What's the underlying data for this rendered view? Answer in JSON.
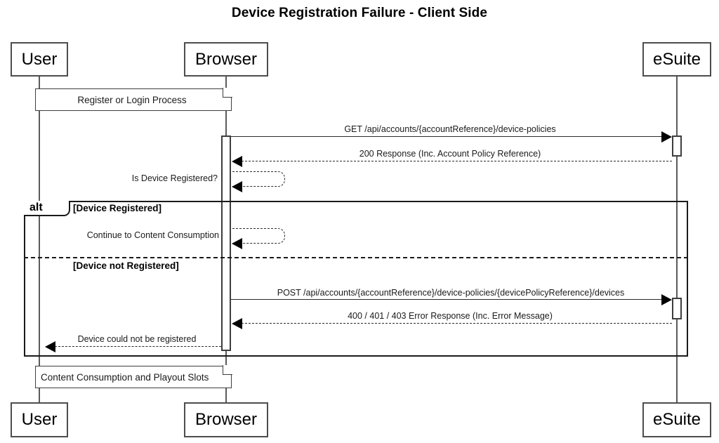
{
  "diagram": {
    "type": "sequence-diagram",
    "title": "Device Registration Failure - Client Side",
    "colors": {
      "background": "#ffffff",
      "line": "#2b2b2b",
      "box_border": "#4d4d4d",
      "frame_border": "#1a1a1a",
      "text": "#1a1a1a"
    }
  },
  "participants": [
    {
      "id": "user",
      "label": "User"
    },
    {
      "id": "browser",
      "label": "Browser"
    },
    {
      "id": "esuite",
      "label": "eSuite"
    }
  ],
  "participants_bottom": [
    {
      "id": "user",
      "label": "User"
    },
    {
      "id": "browser",
      "label": "Browser"
    },
    {
      "id": "esuite",
      "label": "eSuite"
    }
  ],
  "notes": [
    {
      "id": "note-register-login",
      "text": "Register or Login Process"
    },
    {
      "id": "note-content-playout",
      "text": "Content Consumption and Playout Slots"
    }
  ],
  "messages": [
    {
      "id": "msg-get-device-policies",
      "label": "GET /api/accounts/{accountReference}/device-policies",
      "from": "browser",
      "to": "esuite",
      "style": "solid",
      "direction": "right"
    },
    {
      "id": "msg-200-response",
      "label": "200 Response (Inc. Account Policy Reference)",
      "from": "esuite",
      "to": "browser",
      "style": "dashed",
      "direction": "left"
    },
    {
      "id": "msg-is-device-registered",
      "label": "Is Device Registered?",
      "from": "browser",
      "to": "browser",
      "style": "dashed",
      "direction": "self"
    },
    {
      "id": "msg-continue-content-consumption",
      "label": "Continue to Content Consumption",
      "from": "browser",
      "to": "browser",
      "style": "dashed",
      "direction": "self"
    },
    {
      "id": "msg-post-devices",
      "label": "POST /api/accounts/{accountReference}/device-policies/{devicePolicyReference}/devices",
      "from": "browser",
      "to": "esuite",
      "style": "solid",
      "direction": "right"
    },
    {
      "id": "msg-error-response",
      "label": "400 / 401 / 403 Error Response (Inc. Error Message)",
      "from": "esuite",
      "to": "browser",
      "style": "dashed",
      "direction": "left"
    },
    {
      "id": "msg-device-not-registered",
      "label": "Device could not be registered",
      "from": "browser",
      "to": "user",
      "style": "dashed",
      "direction": "left"
    }
  ],
  "fragment": {
    "id": "alt-fragment",
    "operator": "alt",
    "conditions": [
      {
        "id": "cond-device-registered",
        "label": "[Device Registered]"
      },
      {
        "id": "cond-device-not-registered",
        "label": "[Device not Registered]"
      }
    ]
  }
}
